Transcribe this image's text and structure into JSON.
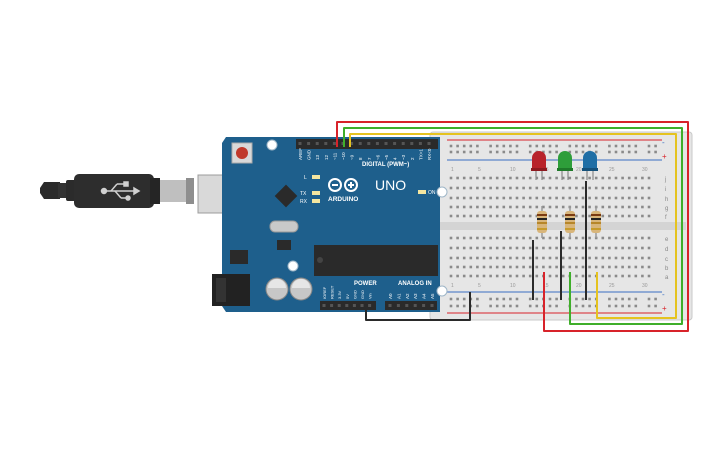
{
  "canvas": {
    "background": "#ffffff"
  },
  "arduino": {
    "brand": "ARDUINO",
    "model": "UNO",
    "digital_header_label": "DIGITAL (PWM~)",
    "power_label": "POWER",
    "analog_label": "ANALOG IN",
    "on_label": "ON",
    "led_l": "L",
    "led_tx": "TX",
    "led_rx": "RX",
    "digital_pins": [
      "AREF",
      "GND",
      "13",
      "12",
      "~11",
      "~10",
      "~9",
      "8",
      "7",
      "~6",
      "~5",
      "4",
      "~3",
      "2",
      "TX>1",
      "RX<0"
    ],
    "power_pins": [
      "IOREF",
      "RESET",
      "3.3V",
      "5V",
      "GND",
      "GND",
      "Vin"
    ],
    "analog_pins": [
      "A0",
      "A1",
      "A2",
      "A3",
      "A4",
      "A5"
    ],
    "board_color": "#1e5f8c"
  },
  "breadboard": {
    "rail_plus": "+",
    "rail_minus": "-",
    "row_letters_top": [
      "j",
      "i",
      "h",
      "g",
      "f"
    ],
    "row_letters_bottom": [
      "e",
      "d",
      "c",
      "b",
      "a"
    ],
    "column_numbers": [
      "1",
      "5",
      "10",
      "15",
      "20",
      "25",
      "30"
    ]
  },
  "components": {
    "leds": [
      {
        "name": "red-led",
        "color": "#b8232b"
      },
      {
        "name": "green-led",
        "color": "#2e9e3a"
      },
      {
        "name": "blue-led",
        "color": "#1f6ea5"
      }
    ],
    "resistor_count": 3
  },
  "wires": {
    "colors": {
      "red": "#d8232a",
      "green": "#3fae2a",
      "yellow": "#e5c320",
      "black": "#2a2a2a"
    }
  },
  "icons": {
    "usb": "usb-icon",
    "reset": "reset-button"
  }
}
